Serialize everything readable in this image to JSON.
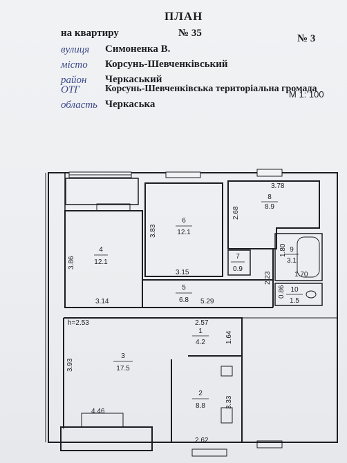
{
  "header": {
    "title": "ПЛАН",
    "subtitle": "на квартиру",
    "apt_no": "№ 35",
    "sheet_no": "№ 3",
    "scale": "М 1: 100",
    "fields": [
      {
        "label": "вулиця",
        "value": "Симоненка В."
      },
      {
        "label": "місто",
        "value": "Корсунь-Шевченківський"
      },
      {
        "label": "район",
        "value": "Черкаський"
      },
      {
        "label": "ОТГ",
        "value": "Корсунь-Шевченківська територіальна громада"
      },
      {
        "label": "область",
        "value": "Черкаська"
      }
    ]
  },
  "rooms": [
    {
      "no": "1",
      "area": "4.2"
    },
    {
      "no": "2",
      "area": "8.8"
    },
    {
      "no": "3",
      "area": "17.5"
    },
    {
      "no": "4",
      "area": "12.1"
    },
    {
      "no": "5",
      "area": "6.8"
    },
    {
      "no": "6",
      "area": "12.1"
    },
    {
      "no": "7",
      "area": "0.9"
    },
    {
      "no": "8",
      "area": "8.9"
    },
    {
      "no": "9",
      "area": "3.1"
    },
    {
      "no": "10",
      "area": "1.5"
    }
  ],
  "dims": {
    "d378": "3.78",
    "d268": "2.68",
    "d383": "3.83",
    "d386": "3.86",
    "d315": "3.15",
    "d314": "3.14",
    "d529": "5.29",
    "d180": "1.80",
    "d170": "1.70",
    "d223": "2.23",
    "d086": "0.86",
    "d257": "2.57",
    "d164": "1.64",
    "d393": "3.93",
    "d333": "3.33",
    "d446": "4.46",
    "d262": "2.62",
    "h": "h=2.53"
  }
}
